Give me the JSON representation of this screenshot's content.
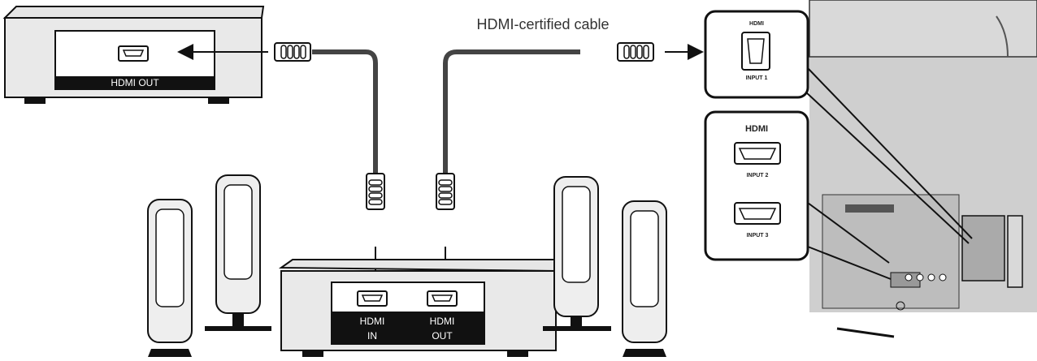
{
  "cable_caption": "HDMI-certified cable",
  "source_device": {
    "port_label": "HDMI OUT"
  },
  "av_receiver": {
    "in_label_1": "HDMI",
    "in_label_2": "IN",
    "out_label_1": "HDMI",
    "out_label_2": "OUT"
  },
  "tv_inset_top": {
    "logo": "HDMI",
    "port_label": "INPUT 1"
  },
  "tv_inset_bottom": {
    "logo": "HDMI",
    "port1_label": "INPUT 2",
    "port2_label": "INPUT 3"
  }
}
